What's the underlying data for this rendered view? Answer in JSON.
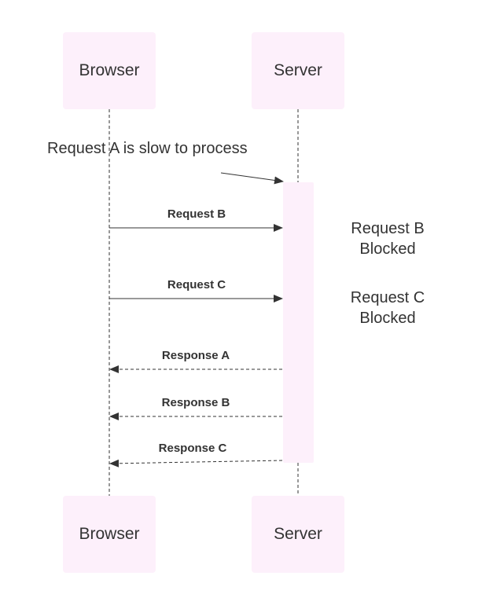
{
  "actors": {
    "browser": "Browser",
    "server": "Server"
  },
  "notes": {
    "slow": "Request A is slow to process",
    "blocked_b": [
      "Request B",
      "Blocked"
    ],
    "blocked_c": [
      "Request C",
      "Blocked"
    ]
  },
  "messages": [
    {
      "label": "Request B",
      "from": "browser",
      "to": "server",
      "style": "solid"
    },
    {
      "label": "Request C",
      "from": "browser",
      "to": "server",
      "style": "solid"
    },
    {
      "label": "Response A",
      "from": "server",
      "to": "browser",
      "style": "dashed"
    },
    {
      "label": "Response B",
      "from": "server",
      "to": "browser",
      "style": "dashed"
    },
    {
      "label": "Response C",
      "from": "server",
      "to": "browser",
      "style": "dashed"
    }
  ],
  "colors": {
    "box_fill": "#fdf0fb",
    "line": "#333333",
    "text": "#333333"
  }
}
